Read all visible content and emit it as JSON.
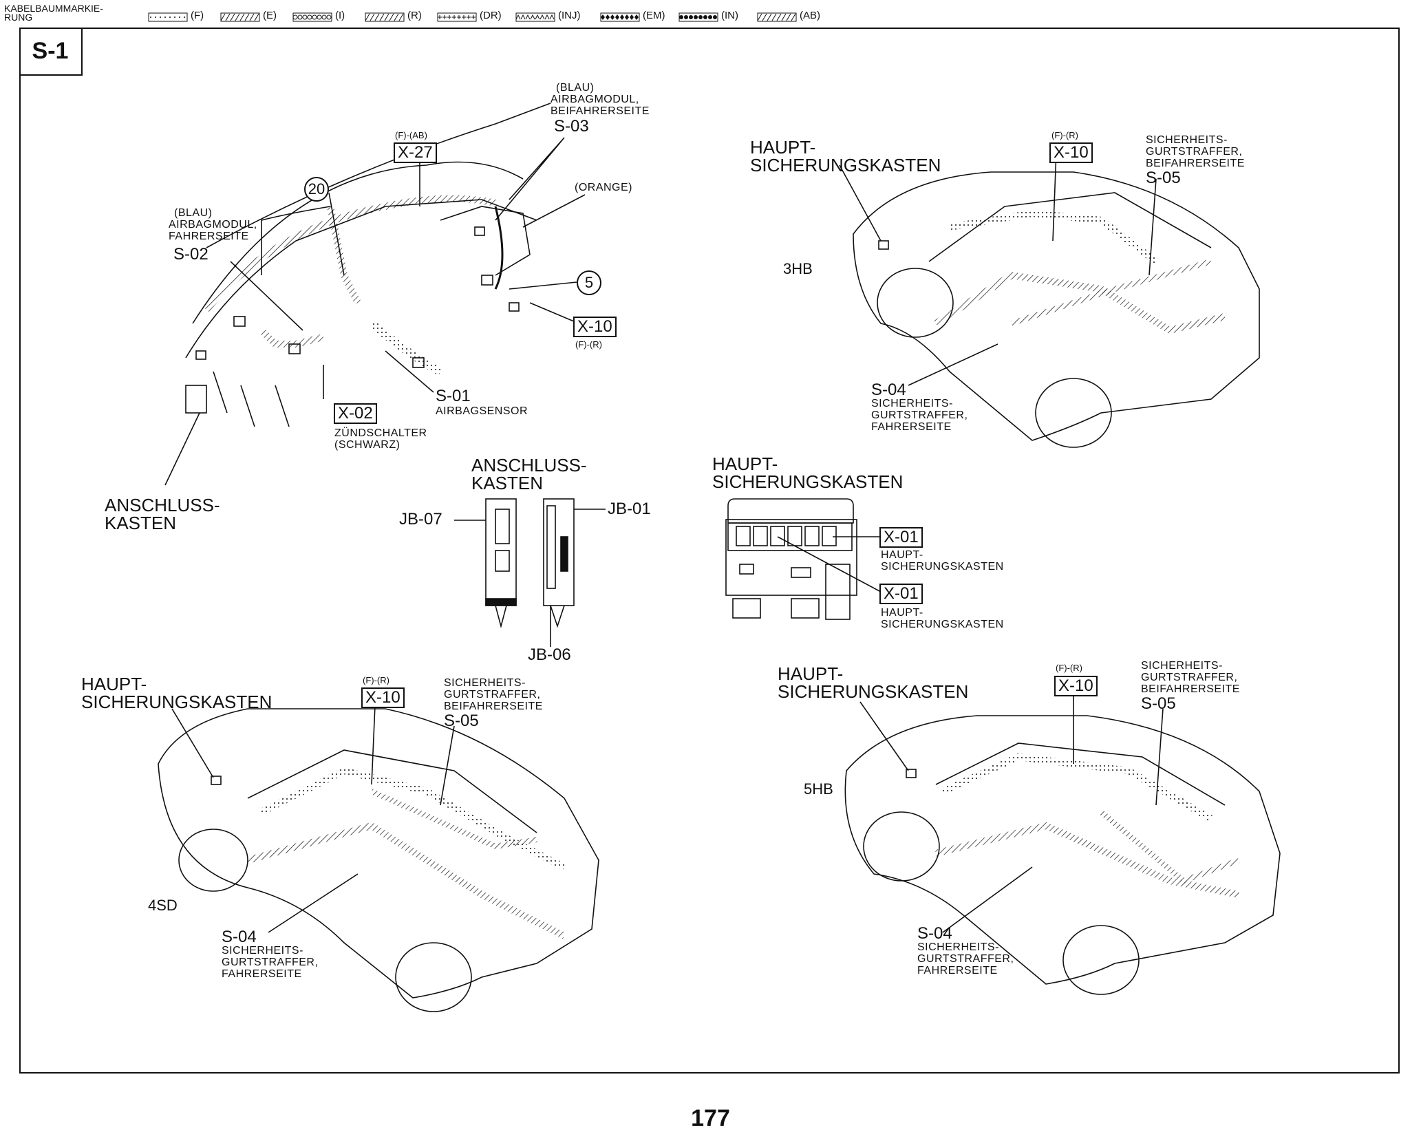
{
  "legend": {
    "title": "KABELBAUMMARKIE-\nRUNG",
    "items": [
      {
        "code": "(F)",
        "pattern": "dots"
      },
      {
        "code": "(E)",
        "pattern": "zigzag"
      },
      {
        "code": "(I)",
        "pattern": "hex"
      },
      {
        "code": "(R)",
        "pattern": "hatch"
      },
      {
        "code": "(DR)",
        "pattern": "plus"
      },
      {
        "code": "(INJ)",
        "pattern": "wave"
      },
      {
        "code": "(EM)",
        "pattern": "diamond"
      },
      {
        "code": "(IN)",
        "pattern": "circle"
      },
      {
        "code": "(AB)",
        "pattern": "grid"
      }
    ]
  },
  "page_tag": "S-1",
  "page_number": "177",
  "dashboard": {
    "s03_color": "(BLAU)",
    "s03_desc1": "AIRBAGMODUL,",
    "s03_desc2": "BEIFAHRERSEITE",
    "s03_code": "S-03",
    "x27_marking": "(F)-(AB)",
    "x27_code": "X-27",
    "circle_20": "20",
    "orange": "(ORANGE)",
    "s02_color": "(BLAU)",
    "s02_desc1": "AIRBAGMODUL,",
    "s02_desc2": "FAHRERSEITE",
    "s02_code": "S-02",
    "circle_5": "5",
    "x10_code": "X-10",
    "x10_marking": "(F)-(R)",
    "s01_code": "S-01",
    "s01_desc": "AIRBAGSENSOR",
    "x02_code": "X-02",
    "x02_desc1": "ZÜNDSCHALTER",
    "x02_desc2": "(SCHWARZ)",
    "jb_label1": "ANSCHLUSS-",
    "jb_label2": "KASTEN"
  },
  "junction_box": {
    "title1": "ANSCHLUSS-",
    "title2": "KASTEN",
    "jb07": "JB-07",
    "jb01": "JB-01",
    "jb06": "JB-06"
  },
  "main_fuse_box": {
    "title1": "HAUPT-",
    "title2": "SICHERUNGSKASTEN",
    "x01a_code": "X-01",
    "x01a_desc1": "HAUPT-",
    "x01a_desc2": "SICHERUNGSKASTEN",
    "x01b_code": "X-01",
    "x01b_desc1": "HAUPT-",
    "x01b_desc2": "SICHERUNGSKASTEN"
  },
  "car_3hb": {
    "variant": "3HB",
    "fuse1": "HAUPT-",
    "fuse2": "SICHERUNGSKASTEN",
    "x10_marking": "(F)-(R)",
    "x10_code": "X-10",
    "s05_desc1": "SICHERHEITS-",
    "s05_desc2": "GURTSTRAFFER,",
    "s05_desc3": "BEIFAHRERSEITE",
    "s05_code": "S-05",
    "s04_code": "S-04",
    "s04_desc1": "SICHERHEITS-",
    "s04_desc2": "GURTSTRAFFER,",
    "s04_desc3": "FAHRERSEITE"
  },
  "car_4sd": {
    "variant": "4SD",
    "fuse1": "HAUPT-",
    "fuse2": "SICHERUNGSKASTEN",
    "x10_marking": "(F)-(R)",
    "x10_code": "X-10",
    "s05_desc1": "SICHERHEITS-",
    "s05_desc2": "GURTSTRAFFER,",
    "s05_desc3": "BEIFAHRERSEITE",
    "s05_code": "S-05",
    "s04_code": "S-04",
    "s04_desc1": "SICHERHEITS-",
    "s04_desc2": "GURTSTRAFFER,",
    "s04_desc3": "FAHRERSEITE"
  },
  "car_5hb": {
    "variant": "5HB",
    "fuse1": "HAUPT-",
    "fuse2": "SICHERUNGSKASTEN",
    "x10_marking": "(F)-(R)",
    "x10_code": "X-10",
    "s05_desc1": "SICHERHEITS-",
    "s05_desc2": "GURTSTRAFFER,",
    "s05_desc3": "BEIFAHRERSEITE",
    "s05_code": "S-05",
    "s04_code": "S-04",
    "s04_desc1": "SICHERHEITS-",
    "s04_desc2": "GURTSTRAFFER,",
    "s04_desc3": "FAHRERSEITE"
  }
}
